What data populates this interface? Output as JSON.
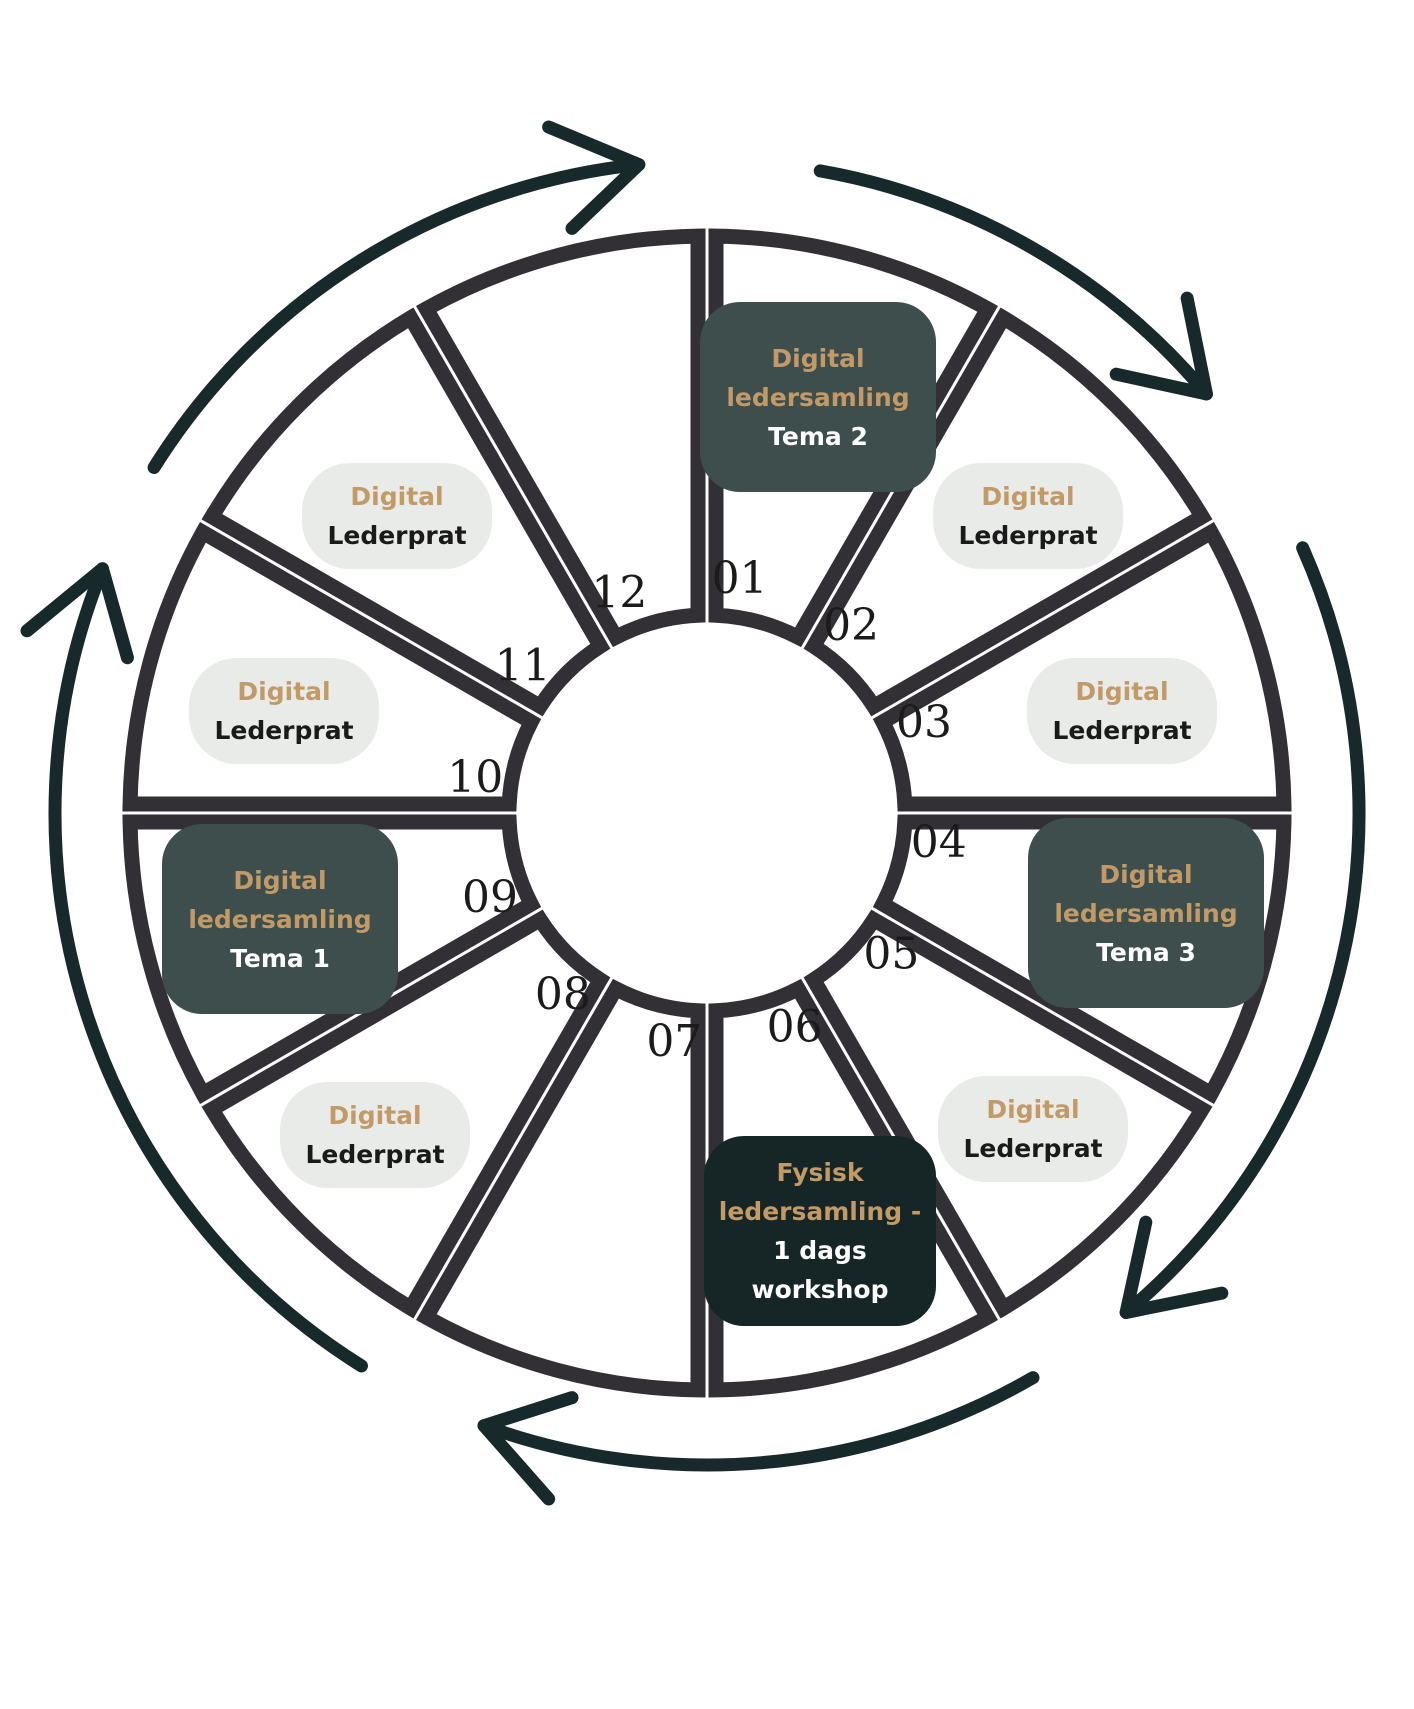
{
  "colors": {
    "outline": "#323034",
    "cycle_arrows": "#17292a",
    "light_pill": "#e8ebe7",
    "dark_pill": "#3e4e4c",
    "darker_pill": "#162627",
    "gold_text": "#c29a67"
  },
  "months": [
    {
      "label": "01"
    },
    {
      "label": "02"
    },
    {
      "label": "03"
    },
    {
      "label": "04"
    },
    {
      "label": "05"
    },
    {
      "label": "06"
    },
    {
      "label": "07"
    },
    {
      "label": "08"
    },
    {
      "label": "09"
    },
    {
      "label": "10"
    },
    {
      "label": "11"
    },
    {
      "label": "12"
    }
  ],
  "events": {
    "m01": {
      "line1": "Digital",
      "line2": "ledersamling",
      "line3": "Tema 2"
    },
    "m02": {
      "line1": "Digital",
      "line2": "Lederprat"
    },
    "m03": {
      "line1": "Digital",
      "line2": "Lederprat"
    },
    "m04": {
      "line1": "Digital",
      "line2": "ledersamling",
      "line3": "Tema 3"
    },
    "m05": {
      "line1": "Digital",
      "line2": "Lederprat"
    },
    "m06": {
      "line1": "Fysisk",
      "line2": "ledersamling -",
      "line3": "1 dags",
      "line4": "workshop"
    },
    "m08": {
      "line1": "Digital",
      "line2": "Lederprat"
    },
    "m09": {
      "line1": "Digital",
      "line2": "ledersamling",
      "line3": "Tema 1"
    },
    "m10": {
      "line1": "Digital",
      "line2": "Lederprat"
    },
    "m11": {
      "line1": "Digital",
      "line2": "Lederprat"
    }
  }
}
